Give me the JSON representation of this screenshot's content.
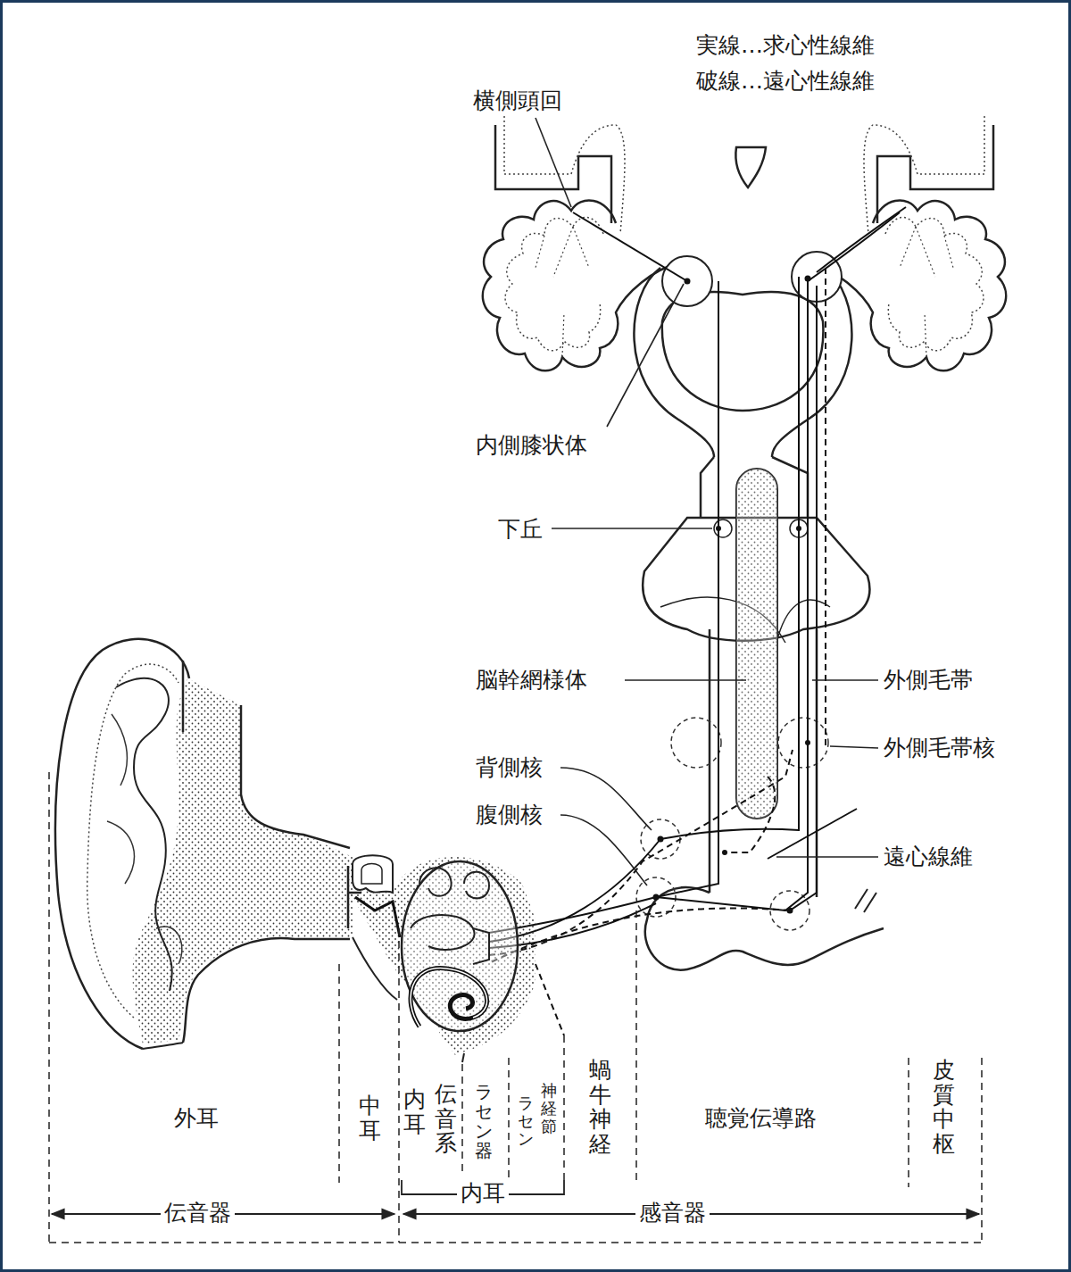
{
  "diagram": {
    "labels": [
      "横側頭回",
      "内側膝状体",
      "下丘",
      "脳幹網様体",
      "外側毛帯",
      "外側毛帯核",
      "背側核",
      "腹側核",
      "遠心線維",
      "外耳",
      "中耳",
      "内耳",
      "伝音系",
      "ラセン器",
      "ラセン",
      "神経節",
      "蝸牛神経",
      "聴覚伝導路",
      "皮質中枢",
      "伝音器",
      "内耳",
      "感音器"
    ],
    "legend": [
      {
        "text": "実線…求心性線維"
      },
      {
        "text": "破線…遠心性線維"
      }
    ]
  }
}
